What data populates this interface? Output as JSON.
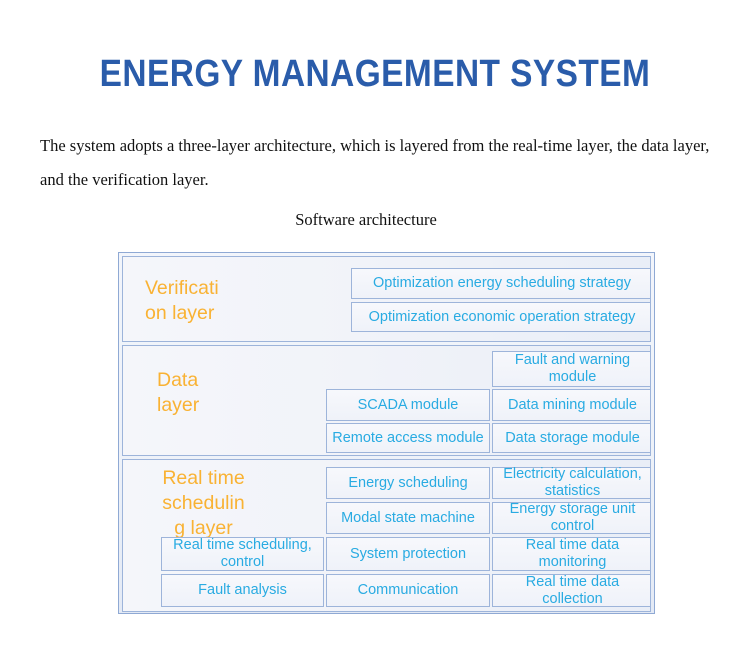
{
  "page": {
    "title": "ENERGY MANAGEMENT SYSTEM",
    "intro": "The system adopts a three-layer architecture, which is layered from the real-time layer, the data layer, and the verification layer.",
    "figure_caption": "Software architecture"
  },
  "colors": {
    "title_blue": "#2a5caa",
    "module_text": "#29abe2",
    "layer_label": "#f9b233",
    "border": "#9db4da",
    "body_text": "#111111"
  },
  "diagram": {
    "layers": [
      {
        "id": "verification",
        "label": "Verificati\non layer",
        "modules": [
          {
            "label": "Optimization energy scheduling strategy"
          },
          {
            "label": "Optimization economic operation strategy"
          }
        ]
      },
      {
        "id": "data",
        "label": "Data\nlayer",
        "modules": [
          {
            "label": "Fault and warning module"
          },
          {
            "label": "SCADA module"
          },
          {
            "label": "Data mining module"
          },
          {
            "label": "Remote access module"
          },
          {
            "label": "Data storage module"
          }
        ]
      },
      {
        "id": "realtime",
        "label": "Real time\nschedulin\ng layer",
        "modules": [
          {
            "label": "Energy scheduling"
          },
          {
            "label": "Electricity calculation, statistics"
          },
          {
            "label": "Modal state machine"
          },
          {
            "label": "Energy storage unit control"
          },
          {
            "label": "Real time scheduling, control"
          },
          {
            "label": "System protection"
          },
          {
            "label": "Real time data monitoring"
          },
          {
            "label": "Fault analysis"
          },
          {
            "label": "Communication"
          },
          {
            "label": "Real time data collection"
          }
        ]
      }
    ]
  }
}
